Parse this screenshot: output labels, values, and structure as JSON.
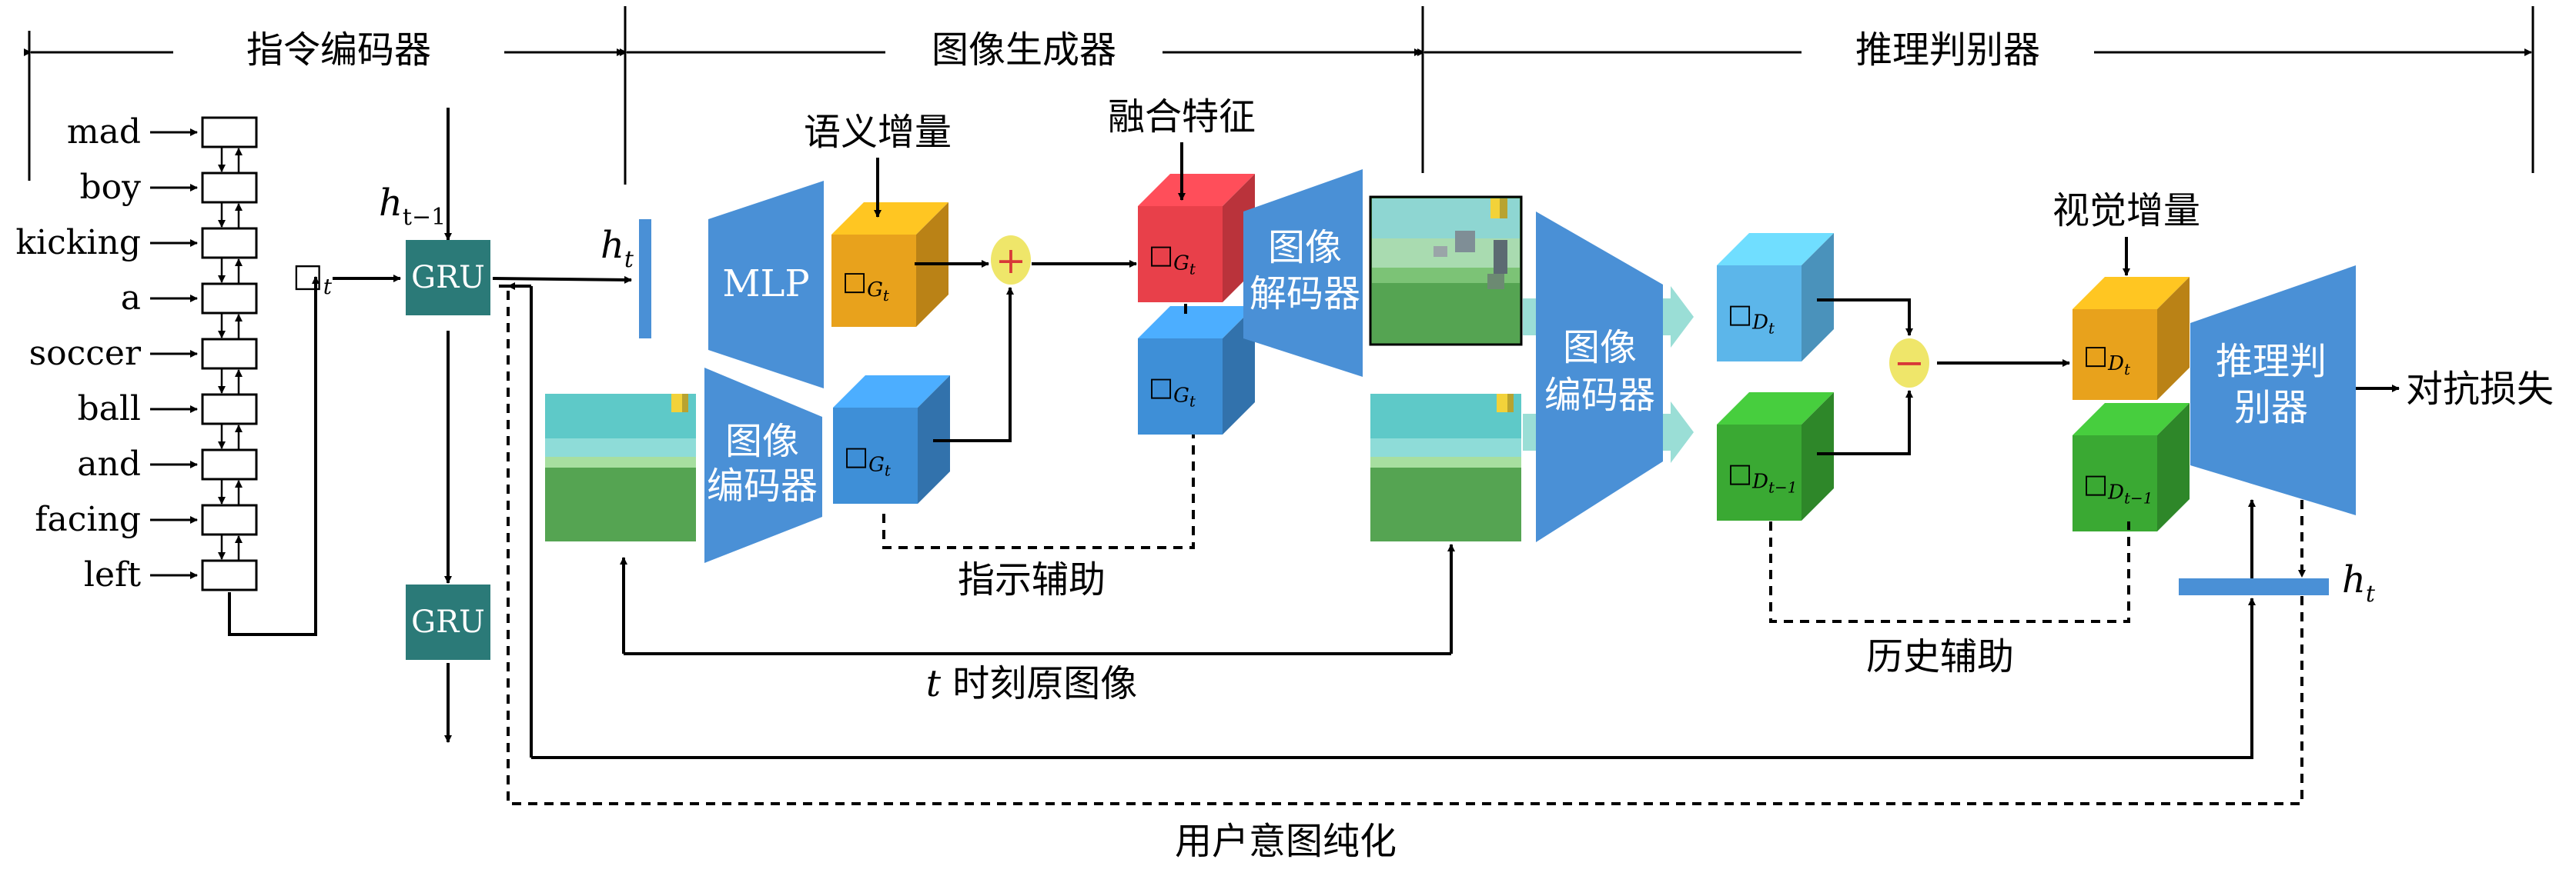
{
  "colors": {
    "blue": "#4a90d6",
    "cube_blue": "#3e8fd7",
    "cube_lightblue": "#5cb6ea",
    "cube_orange": "#e8a21c",
    "cube_red": "#e8404a",
    "cube_green": "#3aa933",
    "gru": "#2b7a78",
    "op_yellow": "#efe66a",
    "arrow_teal": "#88d8cf"
  },
  "sections": {
    "encoder": "指令编码器",
    "generator": "图像生成器",
    "discriminator": "推理判别器"
  },
  "words": [
    "mad",
    "boy",
    "kicking",
    "a",
    "soccer",
    "ball",
    "and",
    "facing",
    "left"
  ],
  "encoder": {
    "gru_top": "GRU",
    "gru_bottom": "GRU",
    "h_prev": "h",
    "h_prev_sub": "t−1",
    "token": "□",
    "token_sub": "t"
  },
  "generator": {
    "h_t": "h",
    "h_t_sub": "t",
    "mlp": "MLP",
    "img_encoder_l1": "图像",
    "img_encoder_l2": "编码器",
    "img_decoder_l1": "图像",
    "img_decoder_l2": "解码器",
    "semantic_increment": "语义增量",
    "fusion_feature": "融合特征",
    "plus": "+",
    "cube_sym": "□",
    "cube_sub": "G",
    "cube_subsub": "t",
    "instruction_aid": "指示辅助",
    "original_image_t": "t",
    "original_image_rest": " 时刻原图像"
  },
  "discriminator": {
    "img_encoder_l1": "图像",
    "img_encoder_l2": "编码器",
    "reasoner_l1": "推理判",
    "reasoner_l2": "别器",
    "visual_increment": "视觉增量",
    "minus": "−",
    "cube_sym": "□",
    "cube_sub": "D",
    "cube_subsub": "t",
    "cube_subsub_prev": "t−1",
    "history_aid": "历史辅助",
    "adversarial_loss": "对抗损失",
    "h_t": "h",
    "h_t_sub": "t"
  },
  "bottom": {
    "user_intent": "用户意图纯化"
  }
}
